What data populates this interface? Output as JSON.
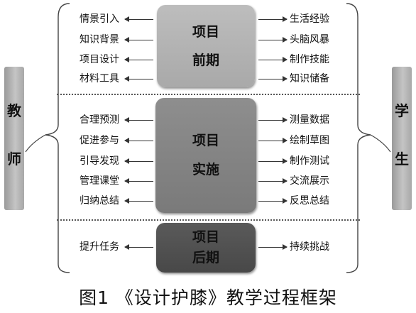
{
  "left_label": [
    "教",
    "师"
  ],
  "right_label": [
    "学",
    "生"
  ],
  "phases": [
    {
      "lines": [
        "项目",
        "前期"
      ],
      "teacher": [
        "情景引入",
        "知识背景",
        "项目设计",
        "材料工具"
      ],
      "student": [
        "生活经验",
        "头脑风暴",
        "制作技能",
        "知识储备"
      ]
    },
    {
      "lines": [
        "项目",
        "实施"
      ],
      "teacher": [
        "合理预测",
        "促进参与",
        "引导发现",
        "管理课堂",
        "归纳总结"
      ],
      "student": [
        "测量数据",
        "绘制草图",
        "制作测试",
        "交流展示",
        "反思总结"
      ]
    },
    {
      "lines": [
        "项目",
        "后期"
      ],
      "teacher": [
        "提升任务"
      ],
      "student": [
        "持续挑战"
      ]
    }
  ],
  "caption": "图1 《设计护膝》教学过程框架"
}
